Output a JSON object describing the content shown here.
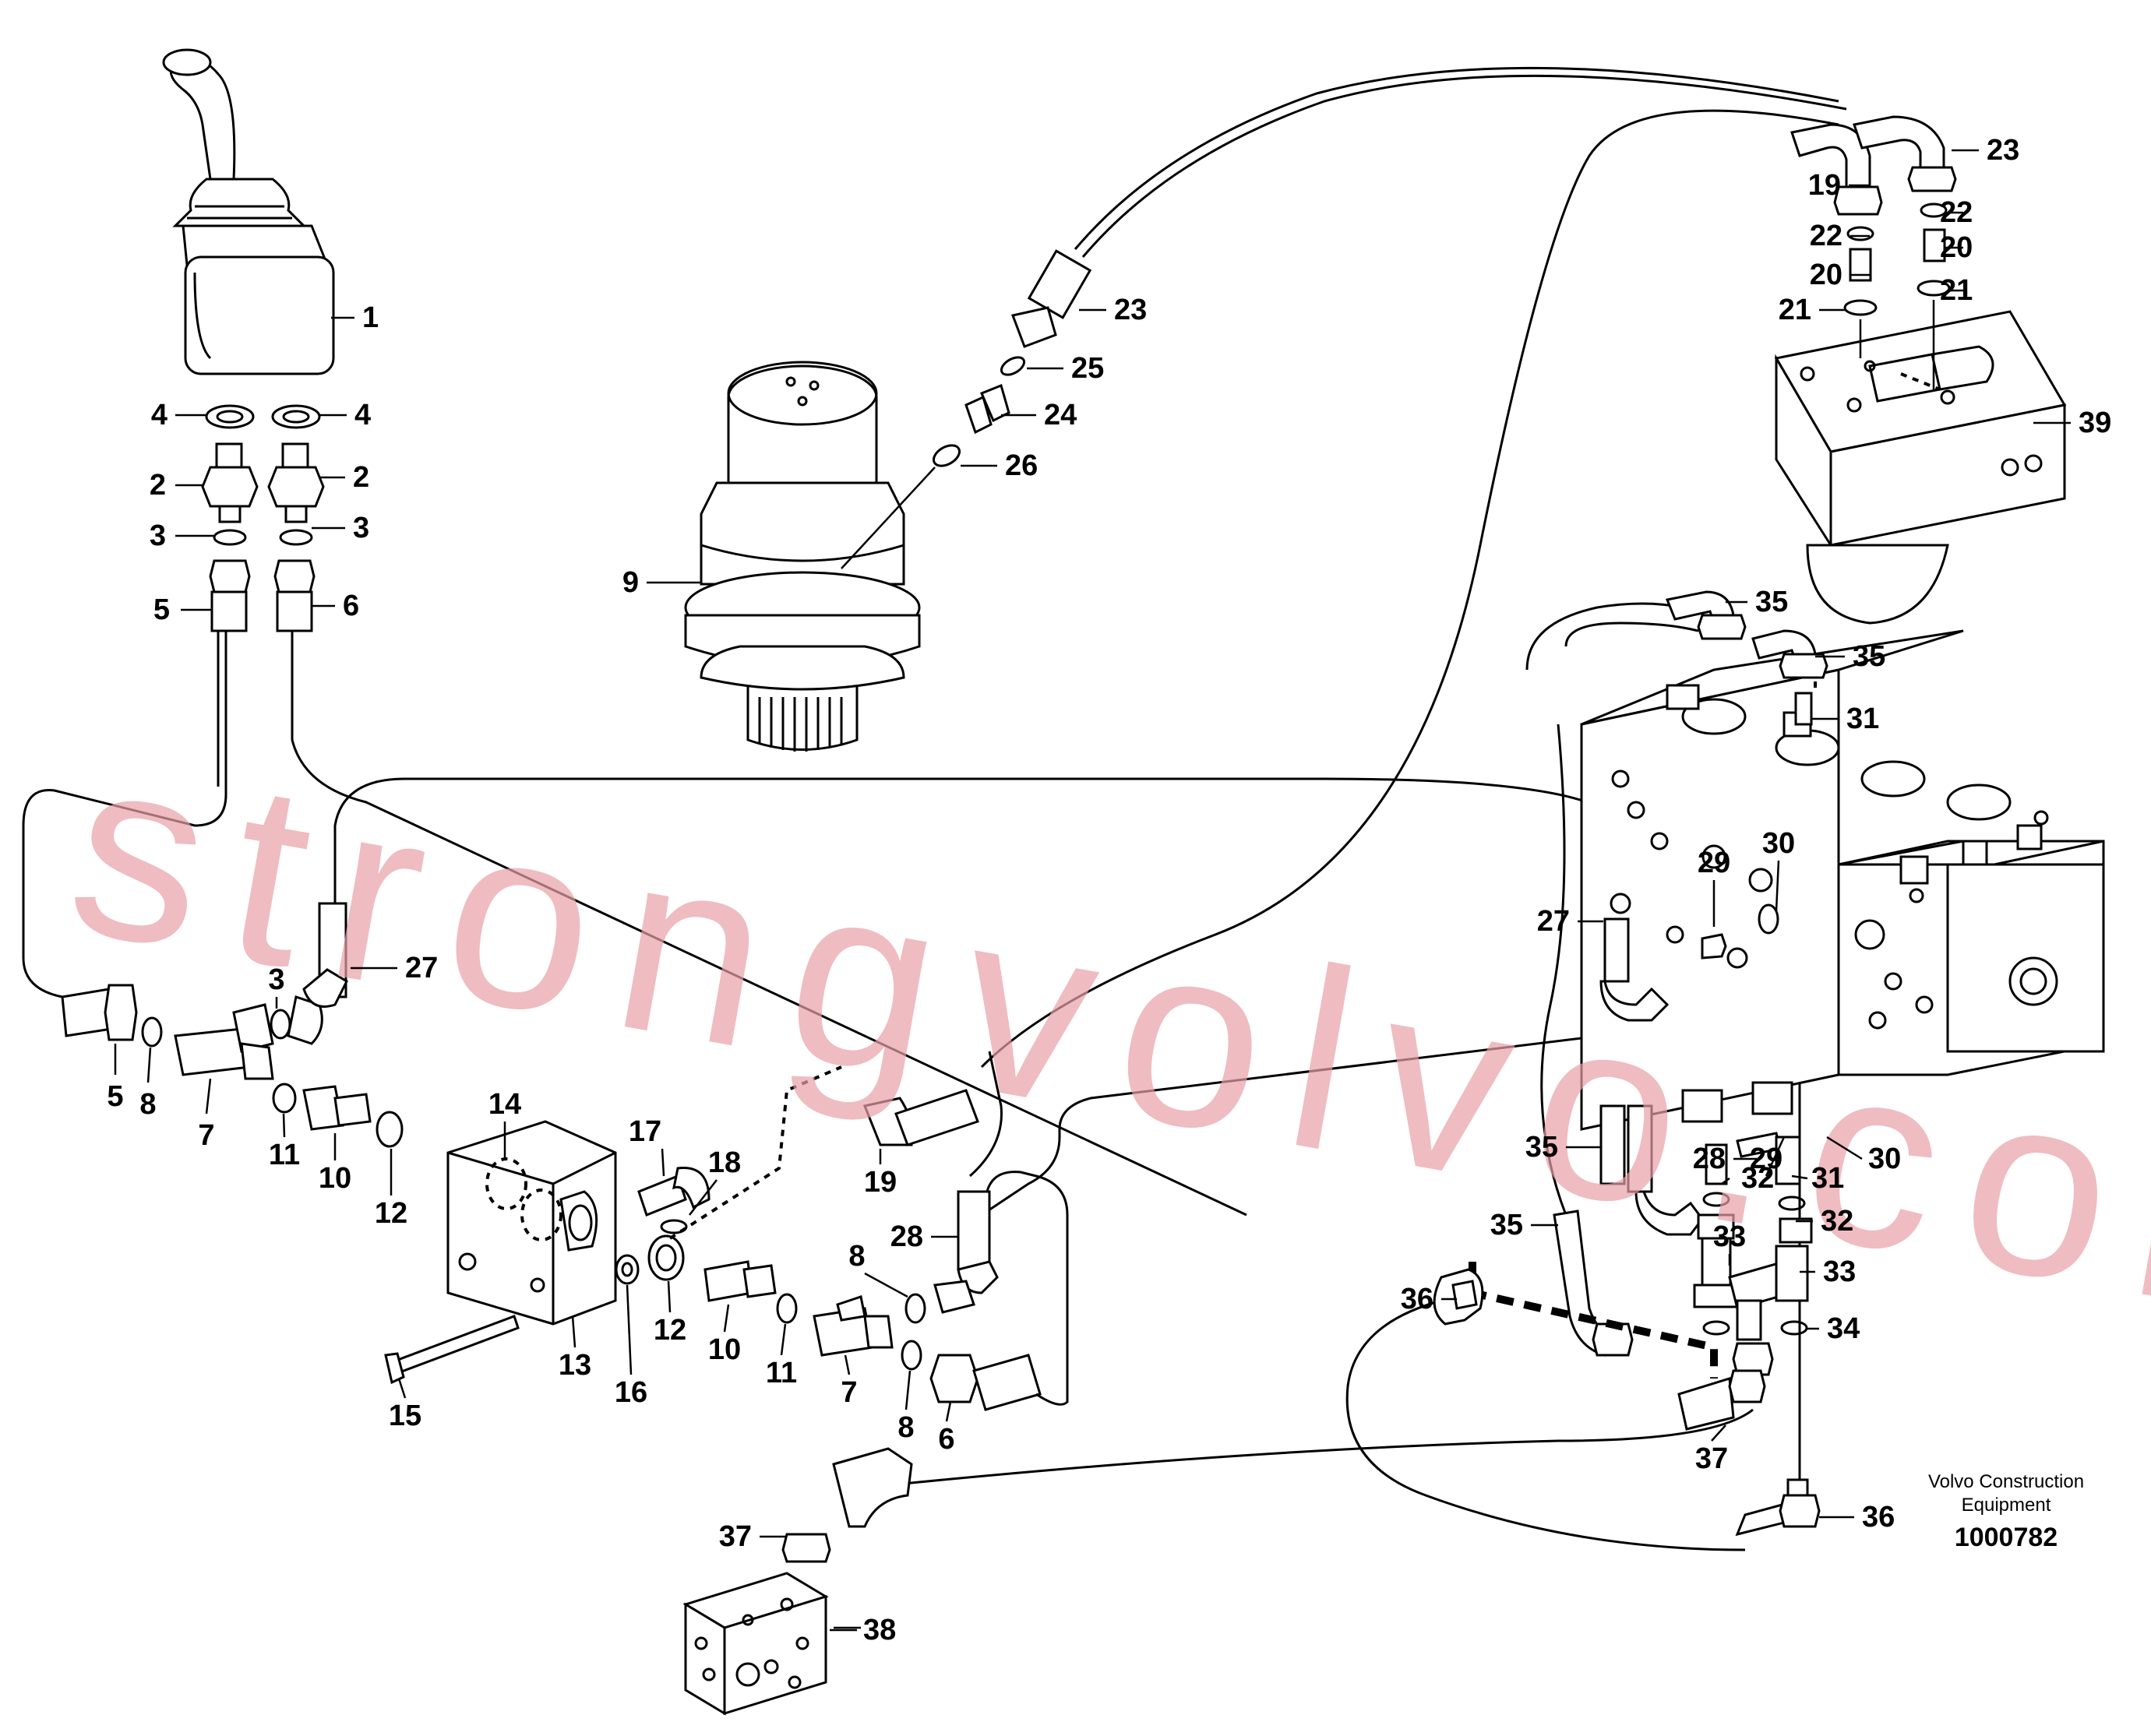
{
  "watermark": "strongvolvo.com",
  "manufacturer": [
    "Volvo Construction",
    "Equipment"
  ],
  "drawing_number": "1000782",
  "callouts": [
    {
      "label": "1"
    },
    {
      "label": "4"
    },
    {
      "label": "4"
    },
    {
      "label": "2"
    },
    {
      "label": "2"
    },
    {
      "label": "3"
    },
    {
      "label": "3"
    },
    {
      "label": "5"
    },
    {
      "label": "6"
    },
    {
      "label": "23"
    },
    {
      "label": "25"
    },
    {
      "label": "24"
    },
    {
      "label": "26"
    },
    {
      "label": "9"
    },
    {
      "label": "23"
    },
    {
      "label": "19"
    },
    {
      "label": "22"
    },
    {
      "label": "22"
    },
    {
      "label": "20"
    },
    {
      "label": "20"
    },
    {
      "label": "21"
    },
    {
      "label": "21"
    },
    {
      "label": "39"
    },
    {
      "label": "35"
    },
    {
      "label": "35"
    },
    {
      "label": "31"
    },
    {
      "label": "29"
    },
    {
      "label": "30"
    },
    {
      "label": "27"
    },
    {
      "label": "27"
    },
    {
      "label": "3"
    },
    {
      "label": "5"
    },
    {
      "label": "8"
    },
    {
      "label": "7"
    },
    {
      "label": "11"
    },
    {
      "label": "10"
    },
    {
      "label": "12"
    },
    {
      "label": "14"
    },
    {
      "label": "17"
    },
    {
      "label": "18"
    },
    {
      "label": "19"
    },
    {
      "label": "28"
    },
    {
      "label": "8"
    },
    {
      "label": "13"
    },
    {
      "label": "15"
    },
    {
      "label": "16"
    },
    {
      "label": "12"
    },
    {
      "label": "10"
    },
    {
      "label": "11"
    },
    {
      "label": "7"
    },
    {
      "label": "8"
    },
    {
      "label": "6"
    },
    {
      "label": "28"
    },
    {
      "label": "35"
    },
    {
      "label": "29"
    },
    {
      "label": "30"
    },
    {
      "label": "32"
    },
    {
      "label": "31"
    },
    {
      "label": "32"
    },
    {
      "label": "33"
    },
    {
      "label": "33"
    },
    {
      "label": "35"
    },
    {
      "label": "36"
    },
    {
      "label": "34"
    },
    {
      "label": "37"
    },
    {
      "label": "36"
    },
    {
      "label": "37"
    },
    {
      "label": "38"
    }
  ]
}
